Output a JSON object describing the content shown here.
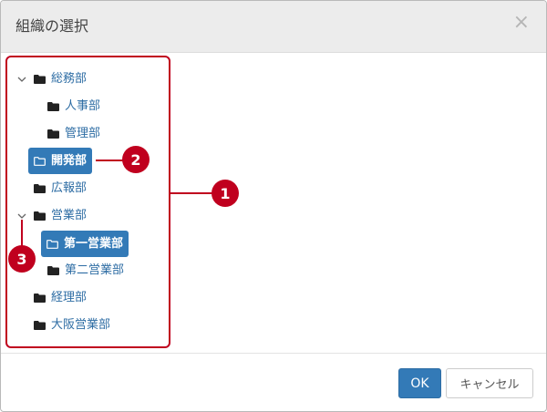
{
  "dialog": {
    "title": "組織の選択",
    "close_glyph": "×"
  },
  "tree": {
    "nodes": [
      {
        "label": "総務部",
        "level": 0,
        "expanded": true
      },
      {
        "label": "人事部",
        "level": 1
      },
      {
        "label": "管理部",
        "level": 1
      },
      {
        "label": "開発部",
        "level": 0,
        "selected": true
      },
      {
        "label": "広報部",
        "level": 0
      },
      {
        "label": "営業部",
        "level": 0,
        "expanded": true
      },
      {
        "label": "第一営業部",
        "level": 1,
        "selected": true
      },
      {
        "label": "第二営業部",
        "level": 1
      },
      {
        "label": "経理部",
        "level": 0
      },
      {
        "label": "大阪営業部",
        "level": 0
      }
    ]
  },
  "callouts": [
    "1",
    "2",
    "3"
  ],
  "footer": {
    "ok_label": "OK",
    "cancel_label": "キャンセル"
  },
  "colors": {
    "accent": "#337ab7",
    "callout": "#c0001e",
    "link": "#2e6da4"
  },
  "icons": {
    "folder_closed": "folder-solid-icon",
    "folder_open_outline": "folder-outline-icon",
    "chevron": "chevron-down-icon",
    "close": "close-icon"
  }
}
